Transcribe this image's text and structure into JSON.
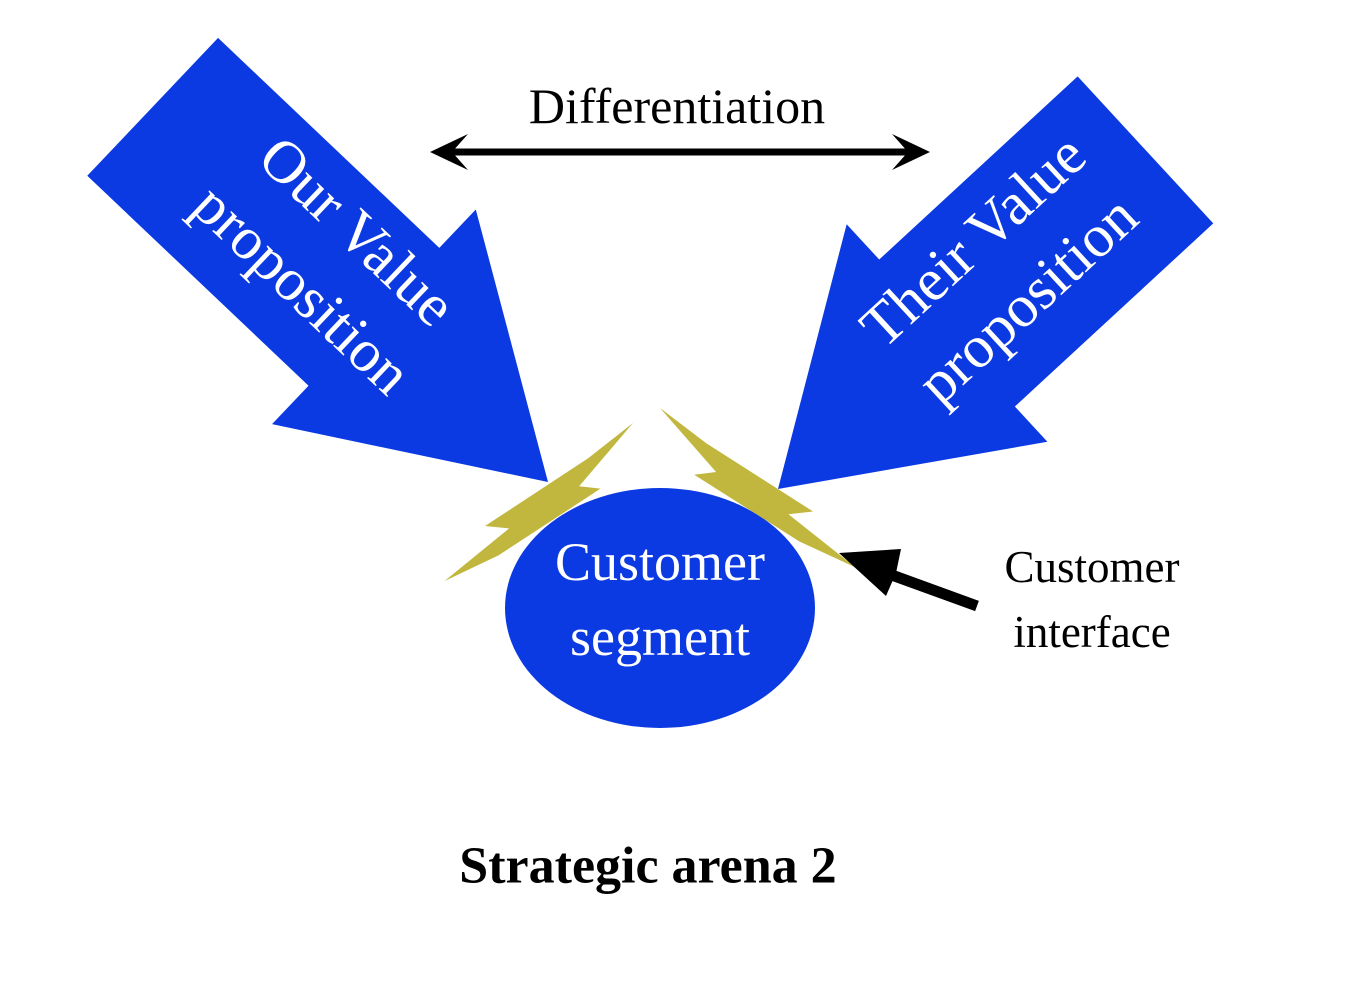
{
  "colors": {
    "arrow_blue": "#0c3ae2",
    "bolt_olive": "#c2b73e",
    "ink_black": "#000000",
    "label_white": "#ffffff"
  },
  "labels": {
    "differentiation": "Differentiation",
    "our_value_line1": "Our Value",
    "our_value_line2": "proposition",
    "their_value_line1": "Their Value",
    "their_value_line2": "proposition",
    "customer_segment_line1": "Customer",
    "customer_segment_line2": "segment",
    "customer_interface_line1": "Customer",
    "customer_interface_line2": "interface",
    "caption": "Strategic arena 2"
  }
}
